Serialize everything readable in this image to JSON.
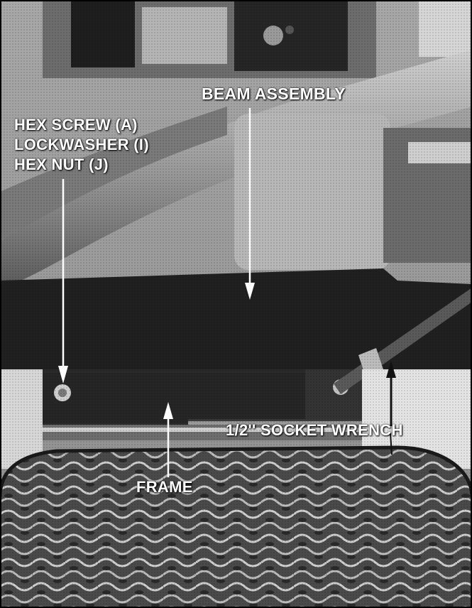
{
  "labels": {
    "hex_screw": "HEX SCREW (A)",
    "lockwasher": "LOCKWASHER (I)",
    "hex_nut": "HEX NUT (J)",
    "beam_assembly": "BEAM ASSEMBLY",
    "socket_wrench": "1/2'' SOCKET WRENCH",
    "frame": "FRAME"
  }
}
